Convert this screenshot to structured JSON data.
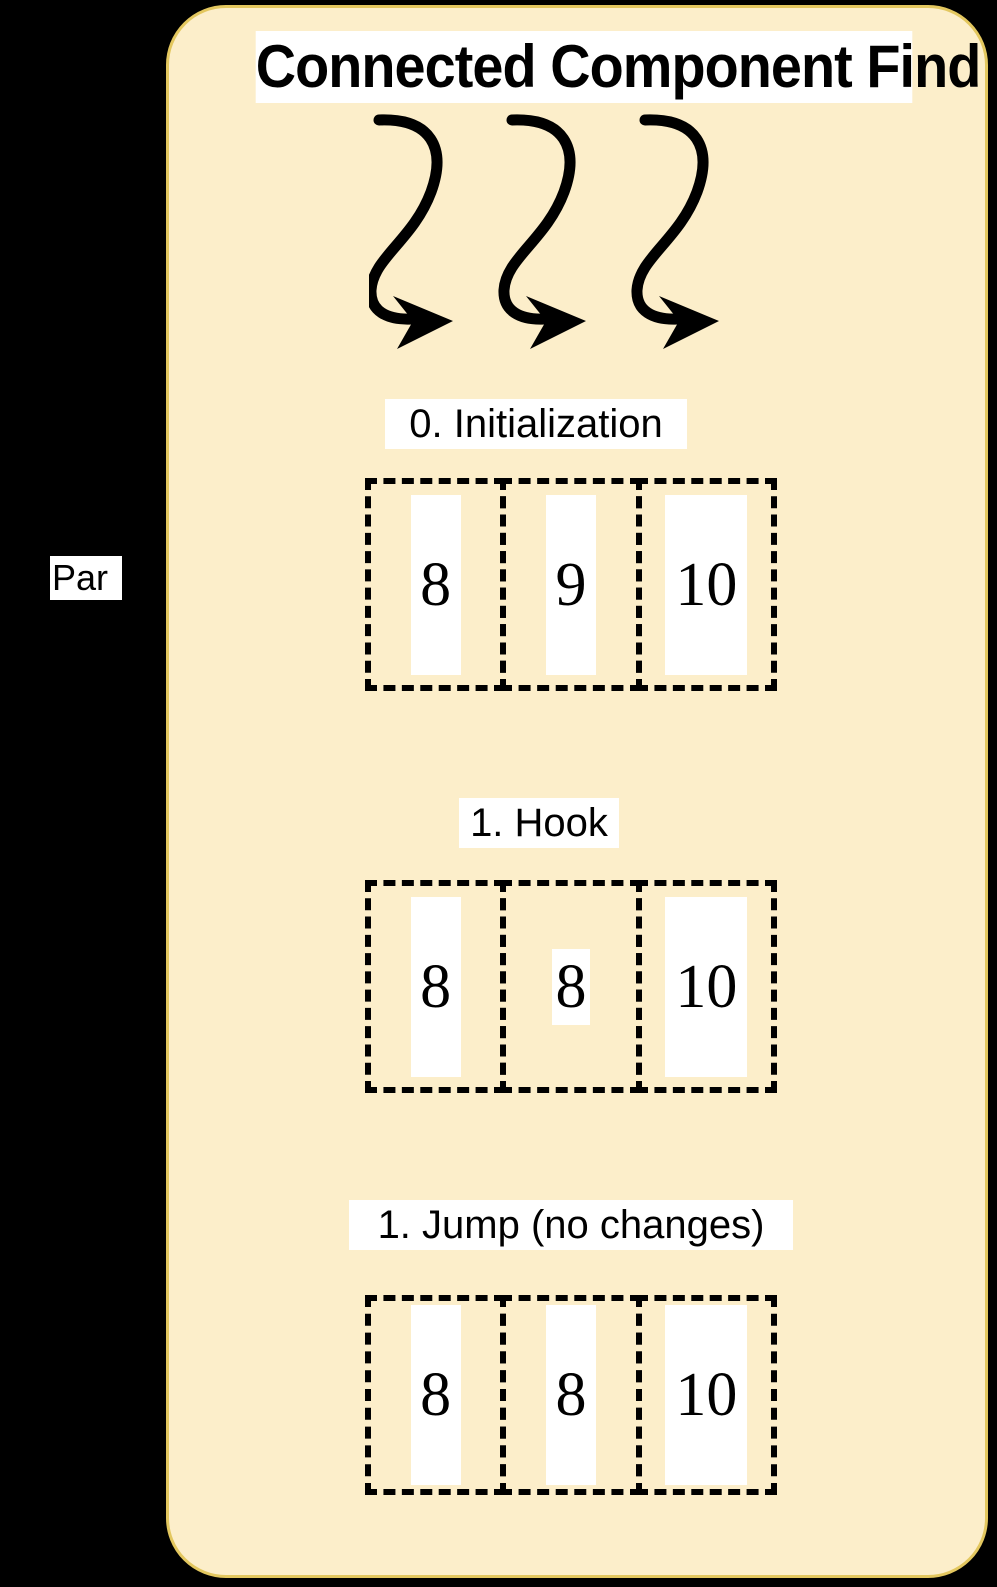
{
  "diagram": {
    "title": "Connected Component Find",
    "side_label": "Par",
    "panel_color": "#FCEECA",
    "panel_border_color": "#E3C75F",
    "label_bg_color": "#FFFFFF",
    "ink_color": "#000000",
    "arrow_count": 3,
    "arrows_semantic": "curved-down-right-arrow"
  },
  "stages": [
    {
      "label": "0. Initialization",
      "cells": [
        {
          "value": "8",
          "box": "tall"
        },
        {
          "value": "9",
          "box": "tall"
        },
        {
          "value": "10",
          "box": "wide"
        }
      ]
    },
    {
      "label": "1. Hook",
      "cells": [
        {
          "value": "8",
          "box": "tall"
        },
        {
          "value": "8",
          "box": "short"
        },
        {
          "value": "10",
          "box": "wide"
        }
      ]
    },
    {
      "label": "1. Jump (no changes)",
      "cells": [
        {
          "value": "8",
          "box": "tall"
        },
        {
          "value": "8",
          "box": "tall"
        },
        {
          "value": "10",
          "box": "wide"
        }
      ]
    }
  ]
}
